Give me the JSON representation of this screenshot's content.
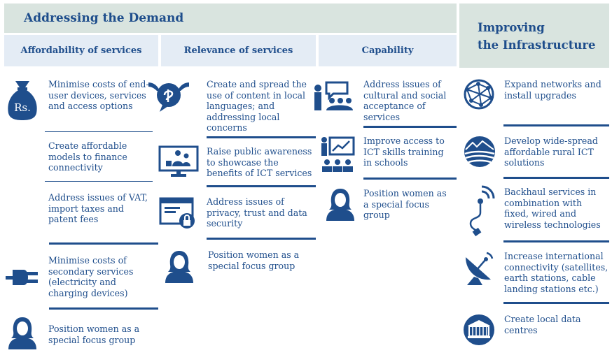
{
  "headers": {
    "demand": "Addressing the Demand",
    "infrastructure": "Improving the Infrastructure",
    "affordability": "Affordability of services",
    "relevance": "Relevance of services",
    "capability": "Capability"
  },
  "affordability": {
    "money_bag_label": "Rs.",
    "items": [
      "Minimise costs of end-user devices, services and access options",
      "Create affordable models to finance connectivity",
      "Address issues of VAT, import taxes and patent fees",
      "Minimise costs of secondary services (electricity and charging devices)",
      "Position women as a special focus group"
    ]
  },
  "relevance": {
    "items": [
      "Create and spread the use of content in local languages; and addressing local concerns",
      "Raise public awareness to showcase the benefits of ICT services",
      "Address issues of privacy, trust and data security",
      "Position women as a special focus group"
    ]
  },
  "capability": {
    "items": [
      "Address issues of cultural and social acceptance of services",
      "Improve access to ICT skills training in schools",
      "Position women as a special focus group"
    ]
  },
  "infrastructure": {
    "items": [
      "Expand networks and install upgrades",
      "Develop wide-spread affordable rural ICT solutions",
      "Backhaul services in combination with fixed, wired and wireless technologies",
      "Increase international connectivity (satellites, earth stations, cable landing stations etc.)",
      "Create local data centres"
    ]
  },
  "colors": {
    "primary": "#1f4e8c",
    "band": "#d9e4df",
    "column_header": "#e4ecf5"
  }
}
